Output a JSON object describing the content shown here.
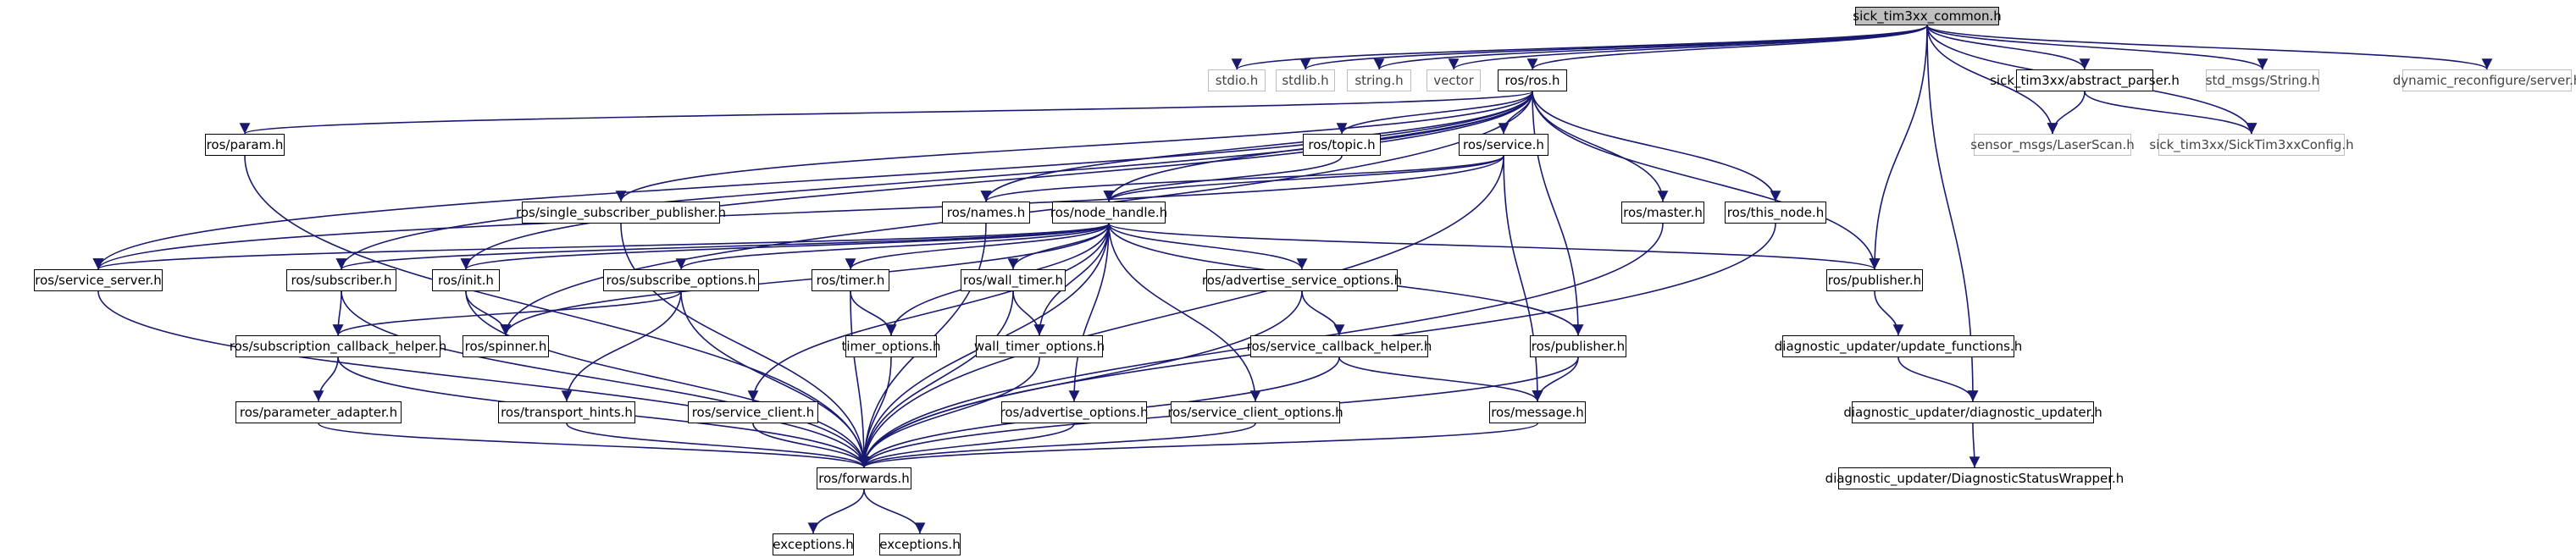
{
  "colors": {
    "edge": "#191970",
    "node_border": "#000000",
    "external_border": "#bfbfbf",
    "root_fill": "#bfbfbf"
  },
  "nodes": [
    {
      "id": "root",
      "label": "sick_tim3xx_common.h",
      "kind": "root"
    },
    {
      "id": "stdio",
      "label": "stdio.h",
      "kind": "external"
    },
    {
      "id": "stdlib",
      "label": "stdlib.h",
      "kind": "external"
    },
    {
      "id": "string",
      "label": "string.h",
      "kind": "external"
    },
    {
      "id": "vector",
      "label": "vector",
      "kind": "external"
    },
    {
      "id": "ros",
      "label": "ros/ros.h",
      "kind": "local"
    },
    {
      "id": "abstract_parser",
      "label": "sick_tim3xx/abstract_parser.h",
      "kind": "local"
    },
    {
      "id": "std_string",
      "label": "std_msgs/String.h",
      "kind": "external"
    },
    {
      "id": "dyn_server",
      "label": "dynamic_reconfigure/server.h",
      "kind": "external"
    },
    {
      "id": "param",
      "label": "ros/param.h",
      "kind": "local"
    },
    {
      "id": "topic",
      "label": "ros/topic.h",
      "kind": "local"
    },
    {
      "id": "service",
      "label": "ros/service.h",
      "kind": "local"
    },
    {
      "id": "laserscan",
      "label": "sensor_msgs/LaserScan.h",
      "kind": "external"
    },
    {
      "id": "config",
      "label": "sick_tim3xx/SickTim3xxConfig.h",
      "kind": "external"
    },
    {
      "id": "ssp",
      "label": "ros/single_subscriber_publisher.h",
      "kind": "local"
    },
    {
      "id": "names",
      "label": "ros/names.h",
      "kind": "local"
    },
    {
      "id": "node_handle",
      "label": "ros/node_handle.h",
      "kind": "local"
    },
    {
      "id": "master",
      "label": "ros/master.h",
      "kind": "local"
    },
    {
      "id": "this_node",
      "label": "ros/this_node.h",
      "kind": "local"
    },
    {
      "id": "service_server",
      "label": "ros/service_server.h",
      "kind": "local"
    },
    {
      "id": "subscriber",
      "label": "ros/subscriber.h",
      "kind": "local"
    },
    {
      "id": "init",
      "label": "ros/init.h",
      "kind": "local"
    },
    {
      "id": "subscribe_options",
      "label": "ros/subscribe_options.h",
      "kind": "local"
    },
    {
      "id": "timer",
      "label": "ros/timer.h",
      "kind": "local"
    },
    {
      "id": "wall_timer",
      "label": "ros/wall_timer.h",
      "kind": "local"
    },
    {
      "id": "adv_service_options",
      "label": "ros/advertise_service_options.h",
      "kind": "local"
    },
    {
      "id": "publisher_top",
      "label": "ros/publisher.h",
      "kind": "local"
    },
    {
      "id": "sub_cb_helper",
      "label": "ros/subscription_callback_helper.h",
      "kind": "local"
    },
    {
      "id": "spinner",
      "label": "ros/spinner.h",
      "kind": "local"
    },
    {
      "id": "timer_options",
      "label": "timer_options.h",
      "kind": "local"
    },
    {
      "id": "wall_timer_options",
      "label": "wall_timer_options.h",
      "kind": "local"
    },
    {
      "id": "svc_cb_helper",
      "label": "ros/service_callback_helper.h",
      "kind": "local"
    },
    {
      "id": "publisher_mid",
      "label": "ros/publisher.h",
      "kind": "local"
    },
    {
      "id": "update_functions",
      "label": "diagnostic_updater/update_functions.h",
      "kind": "local"
    },
    {
      "id": "param_adapter",
      "label": "ros/parameter_adapter.h",
      "kind": "local"
    },
    {
      "id": "transport_hints",
      "label": "ros/transport_hints.h",
      "kind": "local"
    },
    {
      "id": "service_client",
      "label": "ros/service_client.h",
      "kind": "local"
    },
    {
      "id": "adv_options",
      "label": "ros/advertise_options.h",
      "kind": "local"
    },
    {
      "id": "svc_client_options",
      "label": "ros/service_client_options.h",
      "kind": "local"
    },
    {
      "id": "message",
      "label": "ros/message.h",
      "kind": "local"
    },
    {
      "id": "diag_updater",
      "label": "diagnostic_updater/diagnostic_updater.h",
      "kind": "local"
    },
    {
      "id": "forwards",
      "label": "ros/forwards.h",
      "kind": "local"
    },
    {
      "id": "diag_status",
      "label": "diagnostic_updater/DiagnosticStatusWrapper.h",
      "kind": "local"
    },
    {
      "id": "exceptions1",
      "label": "exceptions.h",
      "kind": "local"
    },
    {
      "id": "exceptions2",
      "label": "exceptions.h",
      "kind": "local"
    }
  ],
  "edges": [
    [
      "root",
      "stdio"
    ],
    [
      "root",
      "stdlib"
    ],
    [
      "root",
      "string"
    ],
    [
      "root",
      "vector"
    ],
    [
      "root",
      "ros"
    ],
    [
      "root",
      "abstract_parser"
    ],
    [
      "root",
      "std_string"
    ],
    [
      "root",
      "dyn_server"
    ],
    [
      "root",
      "laserscan"
    ],
    [
      "root",
      "config"
    ],
    [
      "root",
      "publisher_top"
    ],
    [
      "root",
      "diag_updater"
    ],
    [
      "abstract_parser",
      "laserscan"
    ],
    [
      "abstract_parser",
      "config"
    ],
    [
      "ros",
      "param"
    ],
    [
      "ros",
      "topic"
    ],
    [
      "ros",
      "service"
    ],
    [
      "ros",
      "ssp"
    ],
    [
      "ros",
      "names"
    ],
    [
      "ros",
      "node_handle"
    ],
    [
      "ros",
      "master"
    ],
    [
      "ros",
      "this_node"
    ],
    [
      "ros",
      "service_server"
    ],
    [
      "ros",
      "subscriber"
    ],
    [
      "ros",
      "init"
    ],
    [
      "ros",
      "publisher_top"
    ],
    [
      "ros",
      "publisher_mid"
    ],
    [
      "ros",
      "spinner"
    ],
    [
      "param",
      "forwards"
    ],
    [
      "topic",
      "node_handle"
    ],
    [
      "service",
      "names"
    ],
    [
      "service",
      "node_handle"
    ],
    [
      "service",
      "message"
    ],
    [
      "service",
      "forwards"
    ],
    [
      "service",
      "service_server"
    ],
    [
      "ssp",
      "forwards"
    ],
    [
      "names",
      "forwards"
    ],
    [
      "master",
      "forwards"
    ],
    [
      "this_node",
      "forwards"
    ],
    [
      "node_handle",
      "service_server"
    ],
    [
      "node_handle",
      "subscriber"
    ],
    [
      "node_handle",
      "init"
    ],
    [
      "node_handle",
      "subscribe_options"
    ],
    [
      "node_handle",
      "timer"
    ],
    [
      "node_handle",
      "wall_timer"
    ],
    [
      "node_handle",
      "adv_service_options"
    ],
    [
      "node_handle",
      "publisher_top"
    ],
    [
      "node_handle",
      "publisher_mid"
    ],
    [
      "node_handle",
      "timer_options"
    ],
    [
      "node_handle",
      "wall_timer_options"
    ],
    [
      "node_handle",
      "service_client"
    ],
    [
      "node_handle",
      "adv_options"
    ],
    [
      "node_handle",
      "svc_client_options"
    ],
    [
      "node_handle",
      "forwards"
    ],
    [
      "node_handle",
      "spinner"
    ],
    [
      "service_server",
      "forwards"
    ],
    [
      "subscriber",
      "sub_cb_helper"
    ],
    [
      "subscriber",
      "forwards"
    ],
    [
      "init",
      "spinner"
    ],
    [
      "init",
      "forwards"
    ],
    [
      "subscribe_options",
      "sub_cb_helper"
    ],
    [
      "subscribe_options",
      "transport_hints"
    ],
    [
      "subscribe_options",
      "forwards"
    ],
    [
      "timer",
      "timer_options"
    ],
    [
      "timer",
      "forwards"
    ],
    [
      "wall_timer",
      "wall_timer_options"
    ],
    [
      "wall_timer",
      "forwards"
    ],
    [
      "adv_service_options",
      "svc_cb_helper"
    ],
    [
      "adv_service_options",
      "forwards"
    ],
    [
      "publisher_top",
      "update_functions"
    ],
    [
      "update_functions",
      "diag_updater"
    ],
    [
      "diag_updater",
      "diag_status"
    ],
    [
      "sub_cb_helper",
      "param_adapter"
    ],
    [
      "sub_cb_helper",
      "forwards"
    ],
    [
      "timer_options",
      "forwards"
    ],
    [
      "wall_timer_options",
      "forwards"
    ],
    [
      "svc_cb_helper",
      "message"
    ],
    [
      "svc_cb_helper",
      "forwards"
    ],
    [
      "publisher_mid",
      "message"
    ],
    [
      "publisher_mid",
      "forwards"
    ],
    [
      "param_adapter",
      "forwards"
    ],
    [
      "transport_hints",
      "forwards"
    ],
    [
      "service_client",
      "forwards"
    ],
    [
      "adv_options",
      "forwards"
    ],
    [
      "svc_client_options",
      "forwards"
    ],
    [
      "message",
      "forwards"
    ],
    [
      "forwards",
      "exceptions1"
    ],
    [
      "forwards",
      "exceptions2"
    ]
  ]
}
